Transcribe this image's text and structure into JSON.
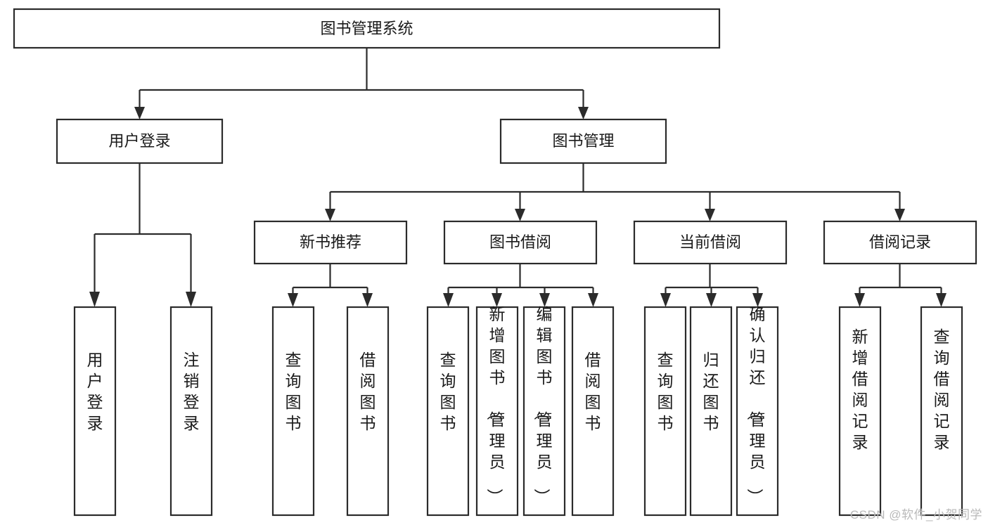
{
  "diagram": {
    "title": "图书管理系统",
    "type": "tree-hierarchy",
    "orientation": "top-down",
    "colors": {
      "box_fill": "#ffffff",
      "box_stroke": "#2b2b2b",
      "text": "#1a1a1a",
      "background": "#ffffff",
      "watermark": "#b9b9b9"
    }
  },
  "nodes": {
    "root": {
      "label": "图书管理系统",
      "level": 1
    },
    "level2": [
      {
        "id": "user-login",
        "label": "用户登录"
      },
      {
        "id": "book-manage",
        "label": "图书管理"
      }
    ],
    "level3": [
      {
        "id": "new-book-recommend",
        "label": "新书推荐"
      },
      {
        "id": "book-borrow",
        "label": "图书借阅"
      },
      {
        "id": "current-borrow",
        "label": "当前借阅"
      },
      {
        "id": "borrow-record",
        "label": "借阅记录"
      }
    ],
    "leaves": {
      "user-login": [
        {
          "id": "leaf-user-login",
          "label": "用户登录"
        },
        {
          "id": "leaf-user-logout",
          "label": "注销登录"
        }
      ],
      "new-book-recommend": [
        {
          "id": "leaf-query-book-1",
          "label": "查询图书"
        },
        {
          "id": "leaf-borrow-book-1",
          "label": "借阅图书"
        }
      ],
      "book-borrow": [
        {
          "id": "leaf-query-book-2",
          "label": "查询图书"
        },
        {
          "id": "leaf-add-book",
          "label": "新增图书（管理员）"
        },
        {
          "id": "leaf-edit-book",
          "label": "编辑图书（管理员）"
        },
        {
          "id": "leaf-borrow-book-2",
          "label": "借阅图书"
        }
      ],
      "current-borrow": [
        {
          "id": "leaf-query-book-3",
          "label": "查询图书"
        },
        {
          "id": "leaf-return-book",
          "label": "归还图书"
        },
        {
          "id": "leaf-confirm-return",
          "label": "确认归还（管理员）"
        }
      ],
      "borrow-record": [
        {
          "id": "leaf-add-record",
          "label": "新增借阅记录"
        },
        {
          "id": "leaf-query-record",
          "label": "查询借阅记录"
        }
      ]
    }
  },
  "watermark": {
    "text": "CSDN @软件_小贺同学"
  }
}
